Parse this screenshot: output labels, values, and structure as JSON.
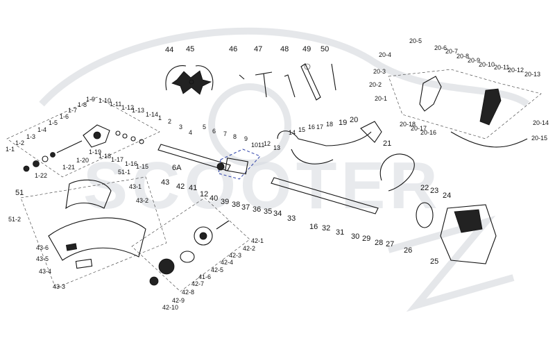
{
  "watermark": {
    "text": "SCOOTER"
  },
  "callouts": [
    {
      "id": "c1-1",
      "text": "1-1"
    },
    {
      "id": "c1-2",
      "text": "1-2"
    },
    {
      "id": "c1-3",
      "text": "1-3"
    },
    {
      "id": "c1-4",
      "text": "1-4"
    },
    {
      "id": "c1-5",
      "text": "1-5"
    },
    {
      "id": "c1-6",
      "text": "1-6"
    },
    {
      "id": "c1-7",
      "text": "1-7"
    },
    {
      "id": "c1-8",
      "text": "1-8"
    },
    {
      "id": "c1-9",
      "text": "1-9"
    },
    {
      "id": "c1-10",
      "text": "1-10"
    },
    {
      "id": "c1-11",
      "text": "1-11"
    },
    {
      "id": "c1-12",
      "text": "1-12"
    },
    {
      "id": "c1-13",
      "text": "1-13"
    },
    {
      "id": "c1-14",
      "text": "1-14"
    },
    {
      "id": "c1-15",
      "text": "1-15"
    },
    {
      "id": "c1-16",
      "text": "1-16"
    },
    {
      "id": "c1-17",
      "text": "1-17"
    },
    {
      "id": "c1-18",
      "text": "1-18"
    },
    {
      "id": "c1-19",
      "text": "1-19"
    },
    {
      "id": "c1-20",
      "text": "1-20"
    },
    {
      "id": "c1-21",
      "text": "1-21"
    },
    {
      "id": "c1-22",
      "text": "1-22"
    },
    {
      "id": "c1",
      "text": "1"
    },
    {
      "id": "c2",
      "text": "2"
    },
    {
      "id": "c3",
      "text": "3"
    },
    {
      "id": "c4",
      "text": "4"
    },
    {
      "id": "c5",
      "text": "5"
    },
    {
      "id": "c6",
      "text": "6"
    },
    {
      "id": "c7",
      "text": "7"
    },
    {
      "id": "c8",
      "text": "8"
    },
    {
      "id": "c9",
      "text": "9"
    },
    {
      "id": "c10",
      "text": "10"
    },
    {
      "id": "c11",
      "text": "11"
    },
    {
      "id": "c12a",
      "text": "12"
    },
    {
      "id": "c12b",
      "text": "12"
    },
    {
      "id": "c13",
      "text": "13"
    },
    {
      "id": "c14",
      "text": "14"
    },
    {
      "id": "c15",
      "text": "15"
    },
    {
      "id": "c16a",
      "text": "16"
    },
    {
      "id": "c16b",
      "text": "16"
    },
    {
      "id": "c17",
      "text": "17"
    },
    {
      "id": "c18",
      "text": "18"
    },
    {
      "id": "c19",
      "text": "19"
    },
    {
      "id": "c20",
      "text": "20"
    },
    {
      "id": "c21",
      "text": "21"
    },
    {
      "id": "c22",
      "text": "22"
    },
    {
      "id": "c23",
      "text": "23"
    },
    {
      "id": "c24",
      "text": "24"
    },
    {
      "id": "c25",
      "text": "25"
    },
    {
      "id": "c26",
      "text": "26"
    },
    {
      "id": "c27",
      "text": "27"
    },
    {
      "id": "c28",
      "text": "28"
    },
    {
      "id": "c29",
      "text": "29"
    },
    {
      "id": "c30",
      "text": "30"
    },
    {
      "id": "c31",
      "text": "31"
    },
    {
      "id": "c32",
      "text": "32"
    },
    {
      "id": "c33",
      "text": "33"
    },
    {
      "id": "c34",
      "text": "34"
    },
    {
      "id": "c35",
      "text": "35"
    },
    {
      "id": "c36",
      "text": "36"
    },
    {
      "id": "c37",
      "text": "37"
    },
    {
      "id": "c38",
      "text": "38"
    },
    {
      "id": "c39",
      "text": "39"
    },
    {
      "id": "c40",
      "text": "40"
    },
    {
      "id": "c41",
      "text": "41"
    },
    {
      "id": "c42",
      "text": "42"
    },
    {
      "id": "c43",
      "text": "43"
    },
    {
      "id": "c44",
      "text": "44"
    },
    {
      "id": "c45",
      "text": "45"
    },
    {
      "id": "c46",
      "text": "46"
    },
    {
      "id": "c47",
      "text": "47"
    },
    {
      "id": "c48",
      "text": "48"
    },
    {
      "id": "c49",
      "text": "49"
    },
    {
      "id": "c50",
      "text": "50"
    },
    {
      "id": "c51",
      "text": "51"
    },
    {
      "id": "c6A",
      "text": "6A"
    },
    {
      "id": "c20-1",
      "text": "20-1"
    },
    {
      "id": "c20-2",
      "text": "20-2"
    },
    {
      "id": "c20-3",
      "text": "20-3"
    },
    {
      "id": "c20-4",
      "text": "20-4"
    },
    {
      "id": "c20-5",
      "text": "20-5"
    },
    {
      "id": "c20-6",
      "text": "20-6"
    },
    {
      "id": "c20-7",
      "text": "20-7"
    },
    {
      "id": "c20-8",
      "text": "20-8"
    },
    {
      "id": "c20-9",
      "text": "20-9"
    },
    {
      "id": "c20-10",
      "text": "20-10"
    },
    {
      "id": "c20-11",
      "text": "20-11"
    },
    {
      "id": "c20-12",
      "text": "20-12"
    },
    {
      "id": "c20-13",
      "text": "20-13"
    },
    {
      "id": "c20-14",
      "text": "20-14"
    },
    {
      "id": "c20-15",
      "text": "20-15"
    },
    {
      "id": "c20-16",
      "text": "20-16"
    },
    {
      "id": "c20-17",
      "text": "20-17"
    },
    {
      "id": "c20-18",
      "text": "20-18"
    },
    {
      "id": "c51-1",
      "text": "51-1"
    },
    {
      "id": "c51-2",
      "text": "51-2"
    },
    {
      "id": "c43-1",
      "text": "43-1"
    },
    {
      "id": "c43-2",
      "text": "43-2"
    },
    {
      "id": "c43-3",
      "text": "43-3"
    },
    {
      "id": "c43-4",
      "text": "43-4"
    },
    {
      "id": "c43-5",
      "text": "43-5"
    },
    {
      "id": "c43-6",
      "text": "43-6"
    },
    {
      "id": "c42-1",
      "text": "42-1"
    },
    {
      "id": "c42-2",
      "text": "42-2"
    },
    {
      "id": "c42-3",
      "text": "42-3"
    },
    {
      "id": "c42-4",
      "text": "42-4"
    },
    {
      "id": "c42-5",
      "text": "42-5"
    },
    {
      "id": "c41-6",
      "text": "41-6"
    },
    {
      "id": "c42-7",
      "text": "42-7"
    },
    {
      "id": "c42-8",
      "text": "42-8"
    },
    {
      "id": "c42-9",
      "text": "42-9"
    },
    {
      "id": "c42-10",
      "text": "42-10"
    }
  ]
}
